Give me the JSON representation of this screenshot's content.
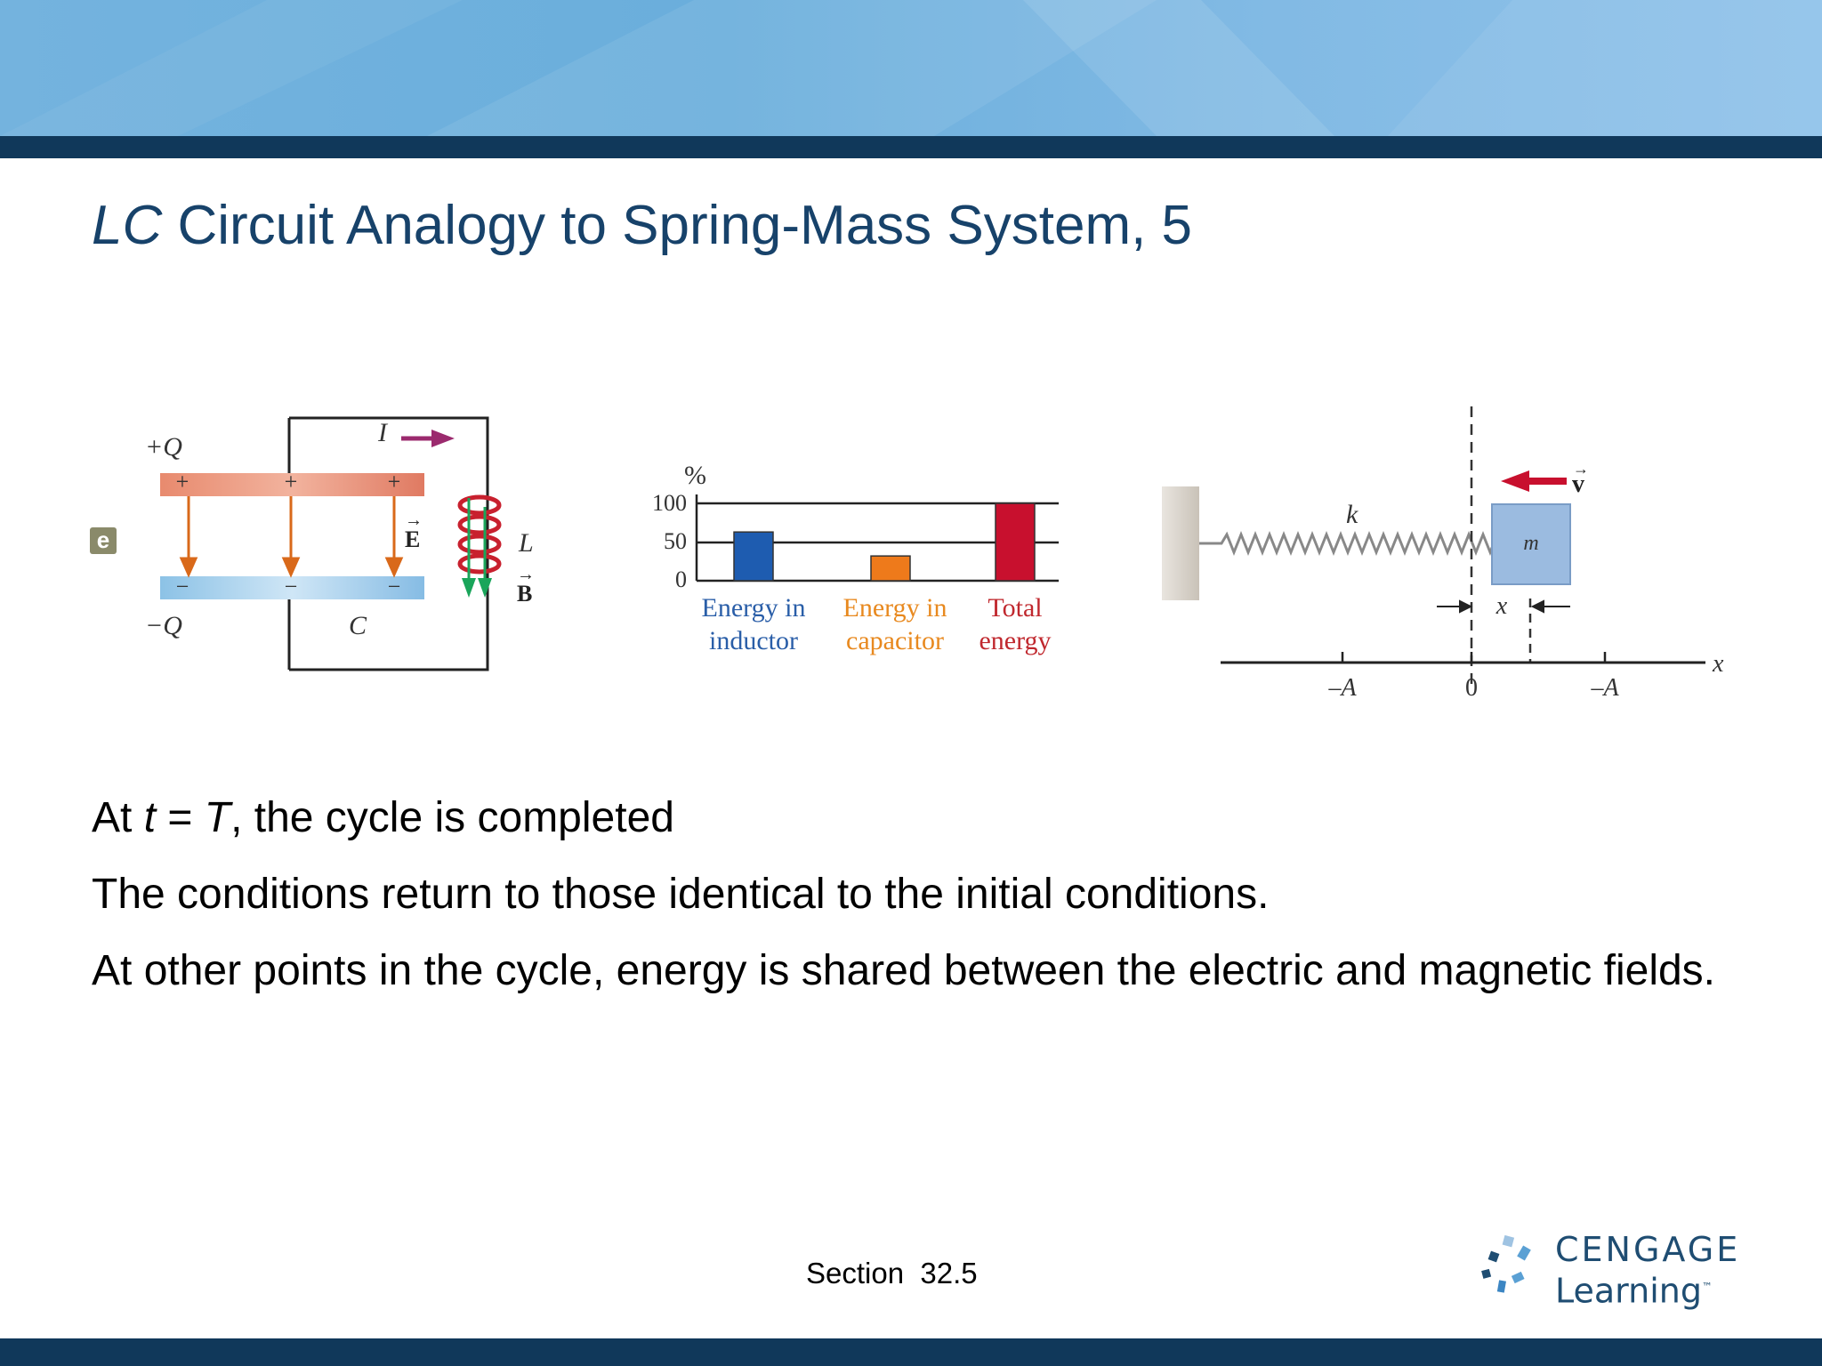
{
  "slide": {
    "title_italic": "LC",
    "title_rest": " Circuit Analogy to Spring-Mass System, 5",
    "bullets": [
      {
        "pre": "At ",
        "i1": "t",
        "mid": " = ",
        "i2": "T",
        "post": ", the cycle is completed"
      },
      {
        "text": "The conditions return to those identical to the initial conditions."
      },
      {
        "text": "At other points in the cycle, energy is shared between the electric and magnetic fields."
      }
    ],
    "section": "Section  32.5"
  },
  "circuit": {
    "panel_label": "e",
    "plus_q": "+Q",
    "minus_q": "−Q",
    "current": "I",
    "capacitor": "C",
    "inductor": "L",
    "e_field": "E",
    "b_field": "B",
    "plus": "+",
    "minus": "−"
  },
  "chart_data": {
    "type": "bar",
    "ylabel": "%",
    "yticks": [
      "100",
      "50",
      "0"
    ],
    "ylim": [
      0,
      100
    ],
    "categories": [
      {
        "line1": "Energy in",
        "line2": "inductor"
      },
      {
        "line1": "Energy in",
        "line2": "capacitor"
      },
      {
        "line1": "Total",
        "line2": "energy"
      }
    ],
    "values": [
      63,
      32,
      100
    ],
    "colors": [
      "#1e5cb0",
      "#ee7a1b",
      "#c8102e"
    ],
    "label_colors": [
      "#2a5ea8",
      "#e8891f",
      "#c0282e"
    ]
  },
  "spring": {
    "k": "k",
    "m": "m",
    "v": "v",
    "x": "x",
    "axis": "x",
    "neg_a": "–A",
    "zero": "0",
    "pos_a": "–A"
  },
  "logo": {
    "line1": "CENGAGE",
    "line2": "Learning",
    "tm": "™"
  },
  "colors": {
    "title": "#17426a",
    "dark_bar": "#10385a",
    "banner": "#74b3de"
  }
}
